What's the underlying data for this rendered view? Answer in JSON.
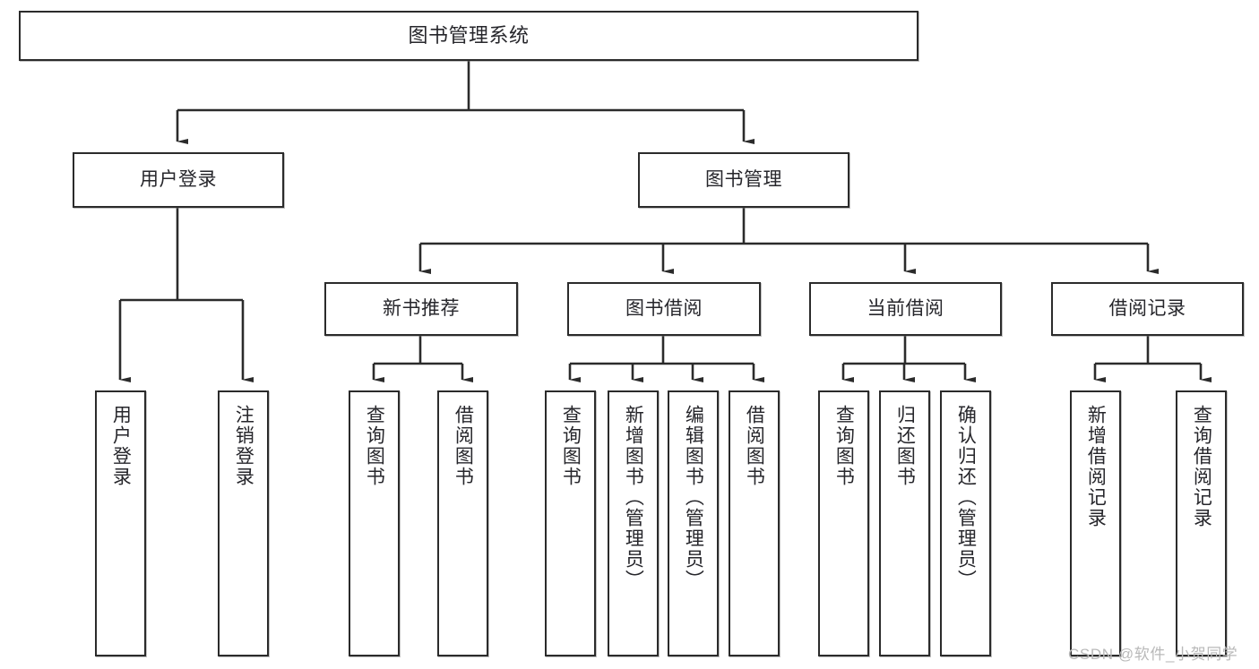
{
  "diagram": {
    "title": "图书管理系统",
    "type": "tree-hierarchy",
    "watermark": "CSDN @软件_小贺同学",
    "colors": {
      "background": "#ffffff",
      "node_border": "#2b2b2b",
      "node_fill": "#ffffff",
      "edge": "#2b2b2b",
      "text": "#26262b",
      "watermark": "#b9b9b9"
    },
    "nodes": {
      "root": {
        "label": "图书管理系统"
      },
      "level1": [
        {
          "id": "user-login",
          "label": "用户登录"
        },
        {
          "id": "book-manage",
          "label": "图书管理"
        }
      ],
      "level2": [
        {
          "id": "new-book-recommend",
          "label": "新书推荐"
        },
        {
          "id": "book-borrow",
          "label": "图书借阅"
        },
        {
          "id": "current-borrow",
          "label": "当前借阅"
        },
        {
          "id": "borrow-record",
          "label": "借阅记录"
        }
      ],
      "leaves": {
        "user_login": [
          {
            "id": "leaf-user-login",
            "label": "用户登录"
          },
          {
            "id": "leaf-logout-login",
            "label": "注销登录"
          }
        ],
        "new_book_recommend": [
          {
            "id": "leaf-query-book-1",
            "label": "查询图书"
          },
          {
            "id": "leaf-borrow-book-1",
            "label": "借阅图书"
          }
        ],
        "book_borrow": [
          {
            "id": "leaf-query-book-2",
            "label": "查询图书"
          },
          {
            "id": "leaf-add-book",
            "label": "新增图书（管理员）"
          },
          {
            "id": "leaf-edit-book",
            "label": "编辑图书（管理员）"
          },
          {
            "id": "leaf-borrow-book-2",
            "label": "借阅图书"
          }
        ],
        "current_borrow": [
          {
            "id": "leaf-query-book-3",
            "label": "查询图书"
          },
          {
            "id": "leaf-return-book",
            "label": "归还图书"
          },
          {
            "id": "leaf-confirm-return",
            "label": "确认归还（管理员）"
          }
        ],
        "borrow_record": [
          {
            "id": "leaf-add-borrow-record",
            "label": "新增借阅记录"
          },
          {
            "id": "leaf-query-borrow-record",
            "label": "查询借阅记录"
          }
        ]
      }
    }
  }
}
